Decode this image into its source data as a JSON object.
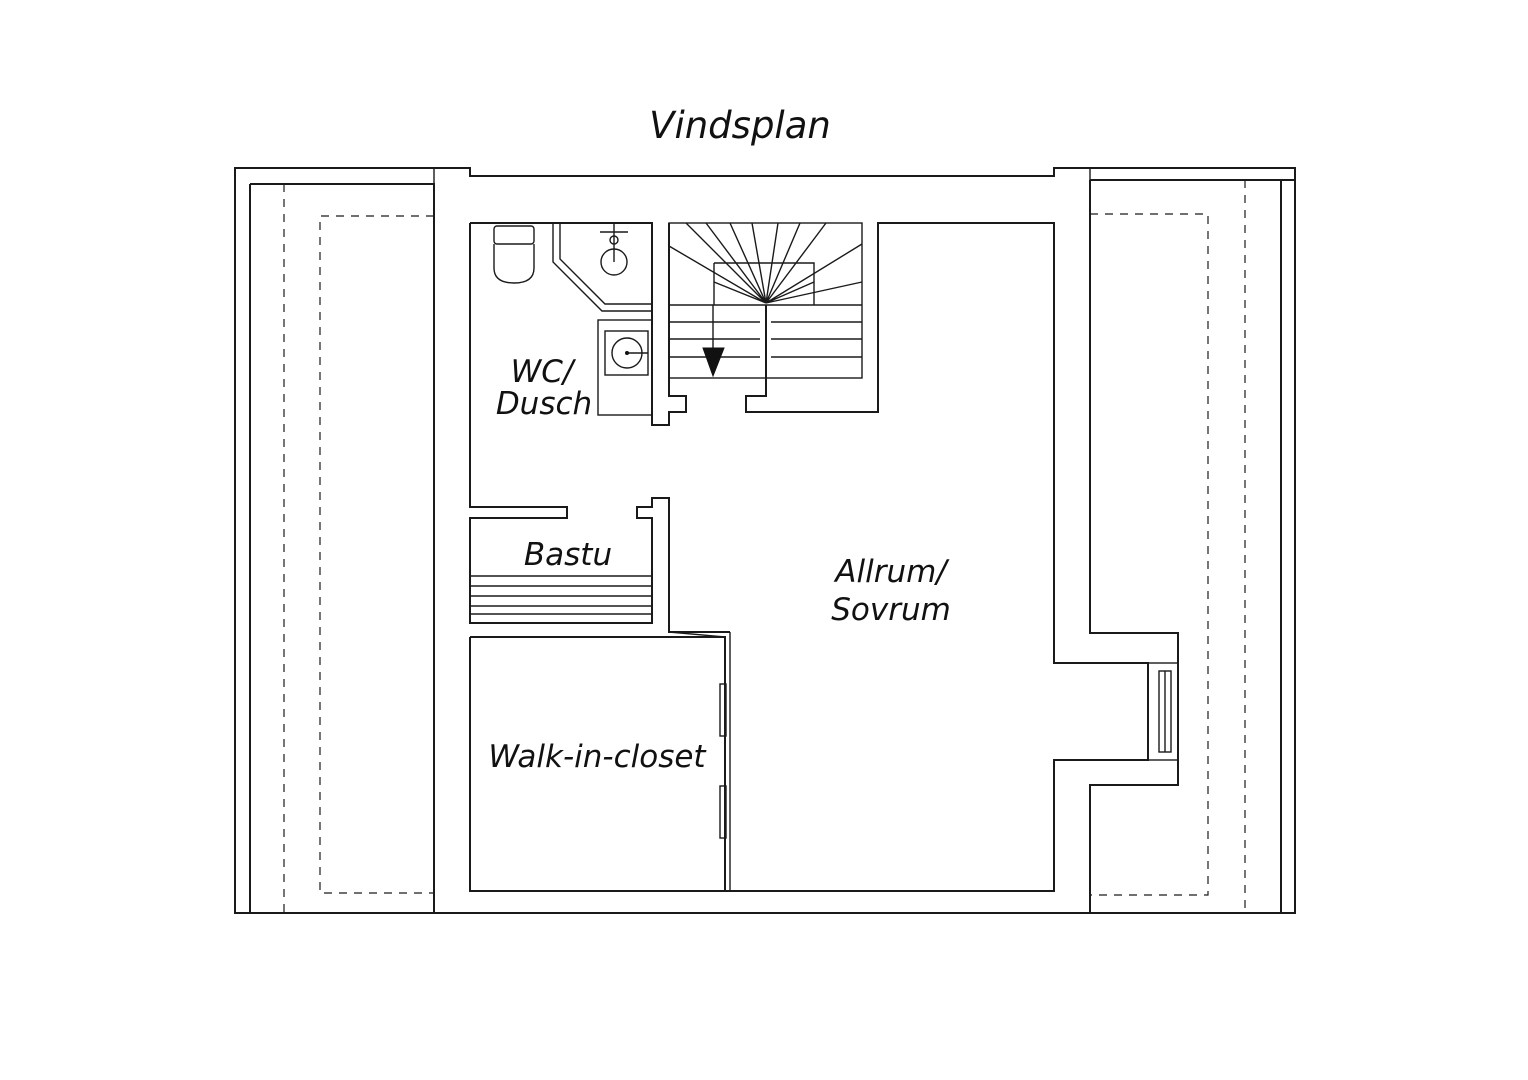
{
  "plan": {
    "title": "Vindsplan",
    "rooms": {
      "wc_line1": "WC/",
      "wc_line2": "Dusch",
      "bastu": "Bastu",
      "allrum_line1": "Allrum/",
      "allrum_line2": "Sovrum",
      "walkin": "Walk-in-closet"
    },
    "colors": {
      "line": "#1a1a1a",
      "background": "#ffffff"
    }
  }
}
